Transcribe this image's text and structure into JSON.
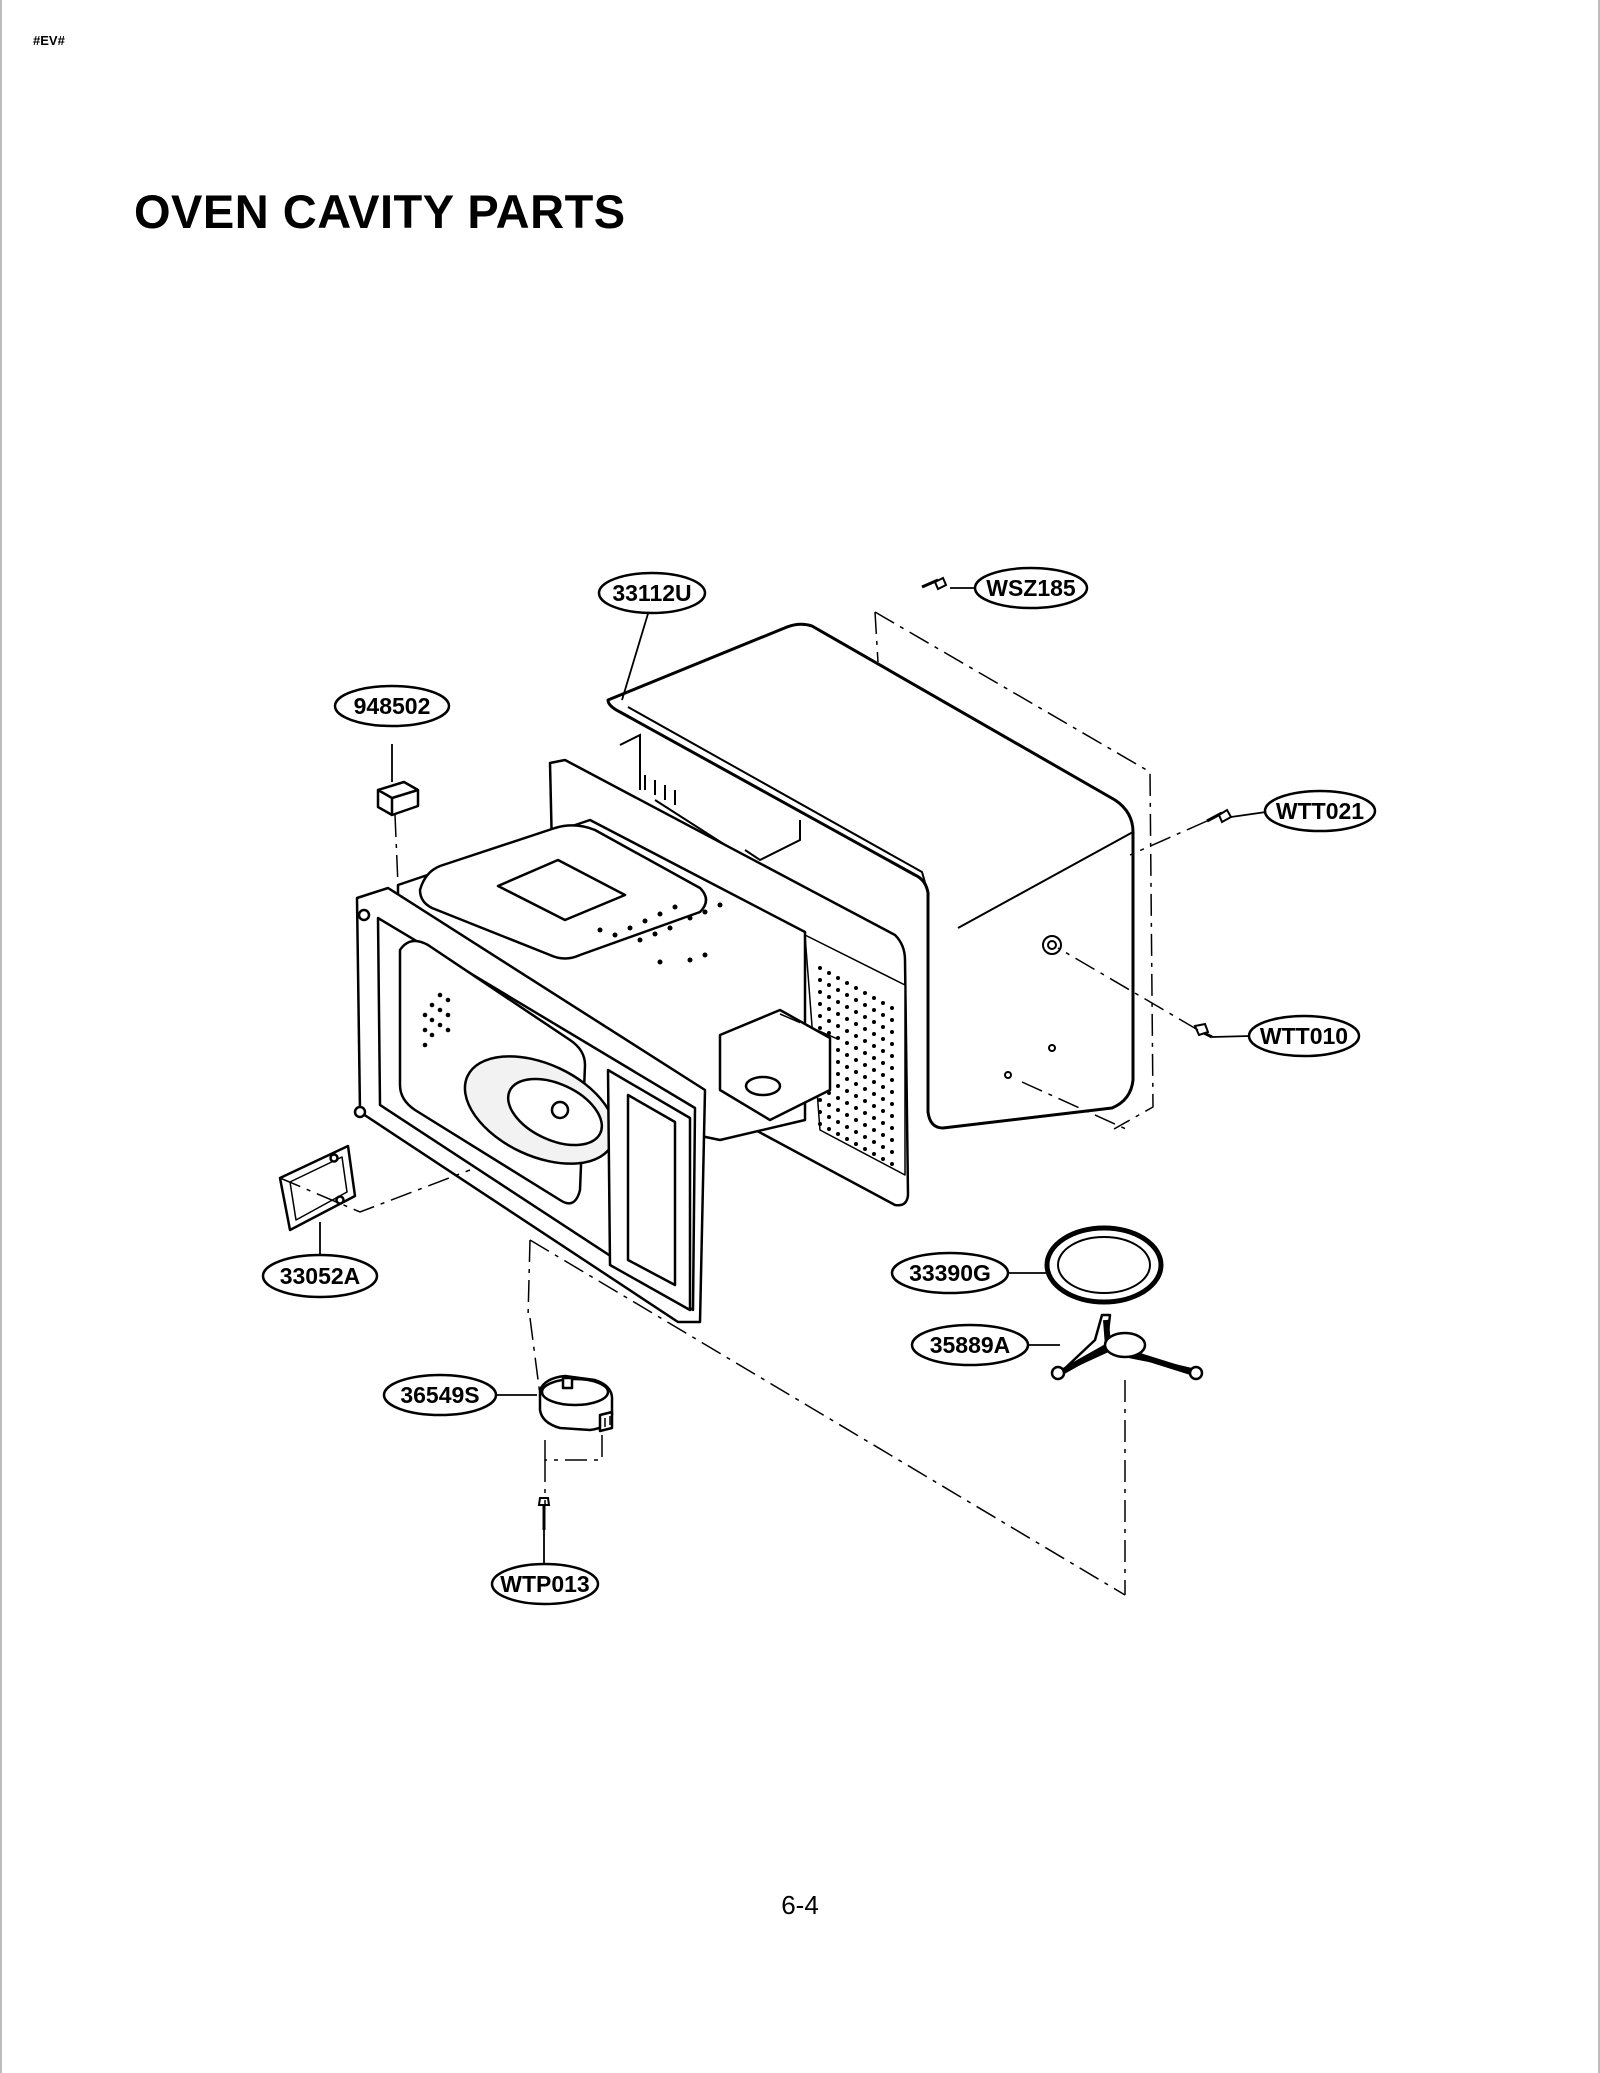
{
  "header": {
    "tag": "#EV#"
  },
  "title": "OVEN CAVITY PARTS",
  "footer": {
    "page_number": "6-4"
  },
  "callouts": {
    "wsz185": "WSZ185",
    "c33112u": "33112U",
    "c948502": "948502",
    "wtt021": "WTT021",
    "wtt010": "WTT010",
    "c33052a": "33052A",
    "c33390g": "33390G",
    "c35889a": "35889A",
    "c36549s": "36549S",
    "wtp013": "WTP013"
  }
}
